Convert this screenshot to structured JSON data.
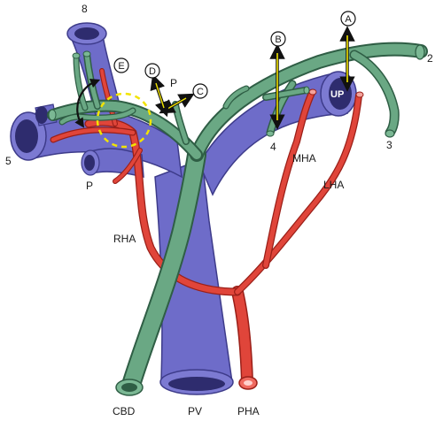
{
  "labels": {
    "seg8": "8",
    "seg2": "2",
    "seg3": "3",
    "seg4": "4",
    "seg5": "5",
    "p_left": "P",
    "p_top": "P",
    "up": "UP",
    "mha": "MHA",
    "lha": "LHA",
    "rha": "RHA",
    "cbd": "CBD",
    "pv": "PV",
    "pha": "PHA"
  },
  "markers": {
    "a": "A",
    "b": "B",
    "c": "C",
    "d": "D",
    "e": "E"
  },
  "colors": {
    "portal_vein": "#6d6bc8",
    "portal_vein_dark": "#3f3d8f",
    "bile_duct": "#5f9a78",
    "bile_duct_dark": "#2f5e45",
    "artery": "#e0453a",
    "artery_dark": "#9a1f18",
    "arrow": "#111111",
    "arrow_fill": "#f2e400",
    "dashed_circle": "#f2e400"
  }
}
